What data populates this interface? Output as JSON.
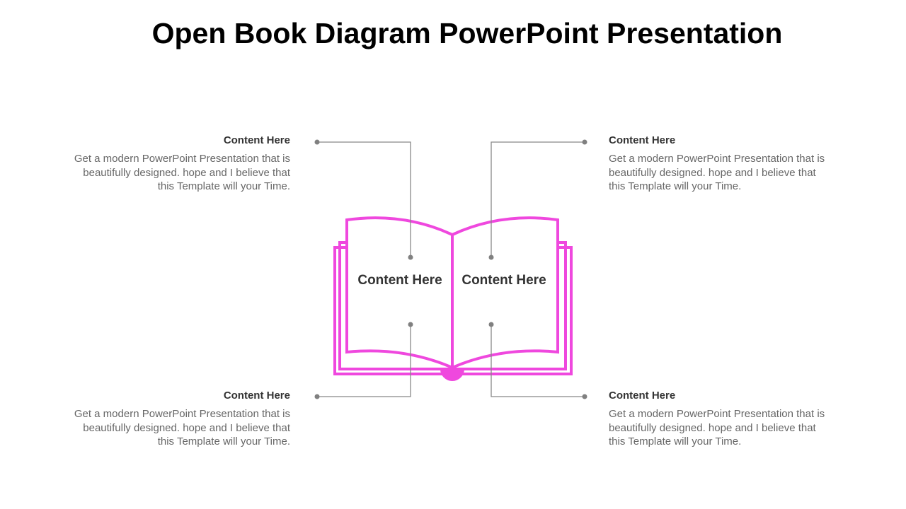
{
  "title": "Open Book Diagram PowerPoint Presentation",
  "accent_color": "#ef48de",
  "blocks": [
    {
      "heading": "Content  Here",
      "text": "Get a modern PowerPoint  Presentation that is beautifully designed. hope and I believe that this Template will your Time."
    },
    {
      "heading": "Content  Here",
      "text": "Get a modern PowerPoint  Presentation that is beautifully designed. hope and I believe that this Template will your Time."
    },
    {
      "heading": "Content  Here",
      "text": "Get a modern PowerPoint  Presentation that is beautifully designed. hope and I believe that this Template will your Time."
    },
    {
      "heading": "Content  Here",
      "text": "Get a modern PowerPoint  Presentation that is beautifully designed. hope and I believe that this Template will your Time."
    }
  ],
  "pages": {
    "left": "Content Here",
    "right": "Content Here"
  }
}
